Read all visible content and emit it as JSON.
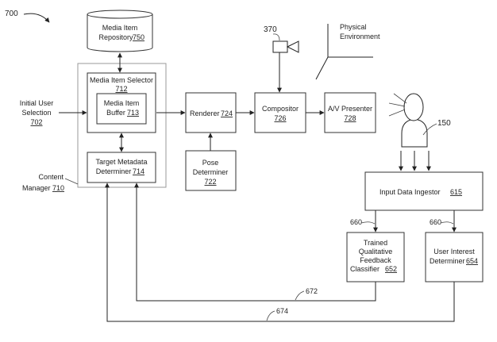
{
  "figure": {
    "number": "700",
    "physical_environment": [
      "Physical",
      "Environment"
    ],
    "camera_ref": "370",
    "user_ref": "150",
    "signal_labels": {
      "classifier_input": "660",
      "interest_input": "660",
      "feedback_line": "672",
      "interest_line": "674"
    }
  },
  "nodes": {
    "repository": {
      "lines": [
        "Media Item",
        "Repository"
      ],
      "ref": "750"
    },
    "selector": {
      "lines": [
        "Media Item Selector"
      ],
      "ref": "712"
    },
    "buffer": {
      "lines": [
        "Media Item",
        "Buffer"
      ],
      "ref": "713"
    },
    "target": {
      "lines": [
        "Target Metadata",
        "Determiner"
      ],
      "ref": "714"
    },
    "content_mgr": {
      "lines": [
        "Content",
        "Manager"
      ],
      "ref": "710"
    },
    "initial": {
      "lines": [
        "Initial User",
        "Selection"
      ],
      "ref": "702"
    },
    "renderer": {
      "lines": [
        "Renderer"
      ],
      "ref": "724"
    },
    "pose": {
      "lines": [
        "Pose",
        "Determiner"
      ],
      "ref": "722"
    },
    "compositor": {
      "lines": [
        "Compositor"
      ],
      "ref": "726"
    },
    "av": {
      "lines": [
        "A/V Presenter"
      ],
      "ref": "728"
    },
    "ingestor": {
      "lines": [
        "Input Data Ingestor"
      ],
      "ref": "615"
    },
    "classifier": {
      "lines": [
        "Trained",
        "Qualitative",
        "Feedback",
        "Classifier"
      ],
      "ref": "652"
    },
    "interest": {
      "lines": [
        "User Interest",
        "Determiner"
      ],
      "ref": "654"
    }
  }
}
